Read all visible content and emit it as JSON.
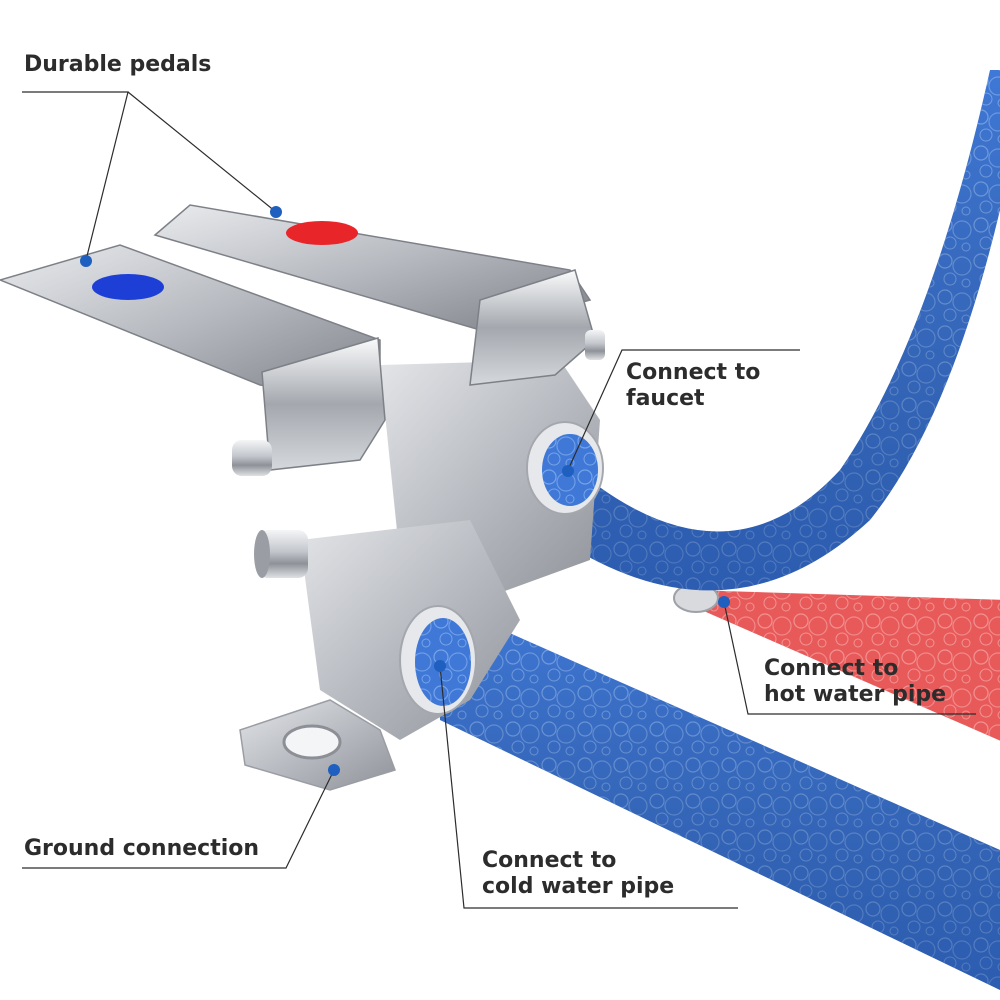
{
  "labels": {
    "pedals": "Durable pedals",
    "faucet_line1": "Connect to",
    "faucet_line2": "faucet",
    "hot_line1": "Connect to",
    "hot_line2": "hot water pipe",
    "ground": "Ground connection",
    "cold_line1": "Connect to",
    "cold_line2": "cold water pipe"
  },
  "colors": {
    "text": "#2c2c2c",
    "marker": "#1f5fbf",
    "blue_pipe": "#3f78d6",
    "red_pipe": "#e85a5a",
    "chrome": "#c8cbd0",
    "hot_indicator": "#e8262a",
    "cold_indicator": "#1e3fd6"
  }
}
